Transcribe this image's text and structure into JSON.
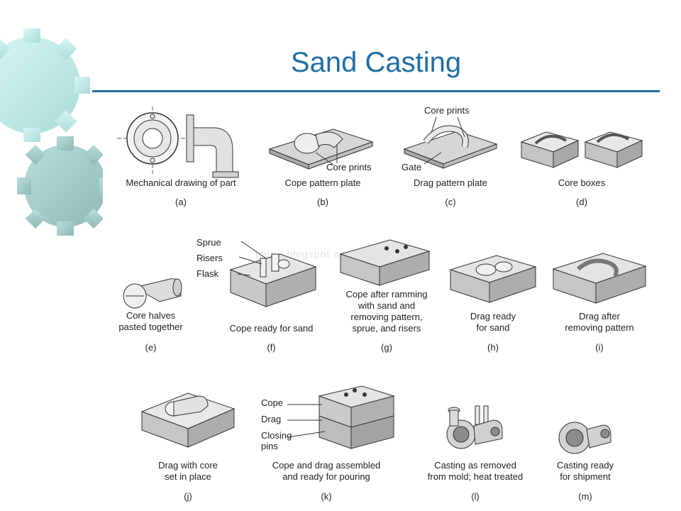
{
  "slide": {
    "title": "Sand Casting"
  },
  "watermark": "imjo...blogspot.com",
  "colors": {
    "title": "#1f6ea3",
    "gear_light": "#c8f0f0",
    "gear_dark": "#9fc7c4"
  },
  "panels": [
    {
      "letter": "(a)",
      "caption": "Mechanical drawing of part",
      "labels": []
    },
    {
      "letter": "(b)",
      "caption": "Cope pattern plate",
      "labels": [
        "Core prints"
      ]
    },
    {
      "letter": "(c)",
      "caption": "Drag pattern plate",
      "labels": [
        "Core prints",
        "Gate"
      ]
    },
    {
      "letter": "(d)",
      "caption": "Core boxes",
      "labels": []
    },
    {
      "letter": "(e)",
      "caption": "Core halves\npasted together",
      "labels": []
    },
    {
      "letter": "(f)",
      "caption": "Cope ready for sand",
      "labels": [
        "Sprue",
        "Risers",
        "Flask"
      ]
    },
    {
      "letter": "(g)",
      "caption": "Cope after ramming\nwith sand and\nremoving pattern,\nsprue, and risers",
      "labels": []
    },
    {
      "letter": "(h)",
      "caption": "Drag ready\nfor sand",
      "labels": []
    },
    {
      "letter": "(i)",
      "caption": "Drag after\nremoving pattern",
      "labels": []
    },
    {
      "letter": "(j)",
      "caption": "Drag with core\nset in place",
      "labels": []
    },
    {
      "letter": "(k)",
      "caption": "Cope and drag assembled\nand ready for pouring",
      "labels": [
        "Cope",
        "Drag",
        "Closing\npins"
      ]
    },
    {
      "letter": "(l)",
      "caption": "Casting as removed\nfrom mold; heat treated",
      "labels": []
    },
    {
      "letter": "(m)",
      "caption": "Casting ready\nfor shipment",
      "labels": []
    }
  ]
}
